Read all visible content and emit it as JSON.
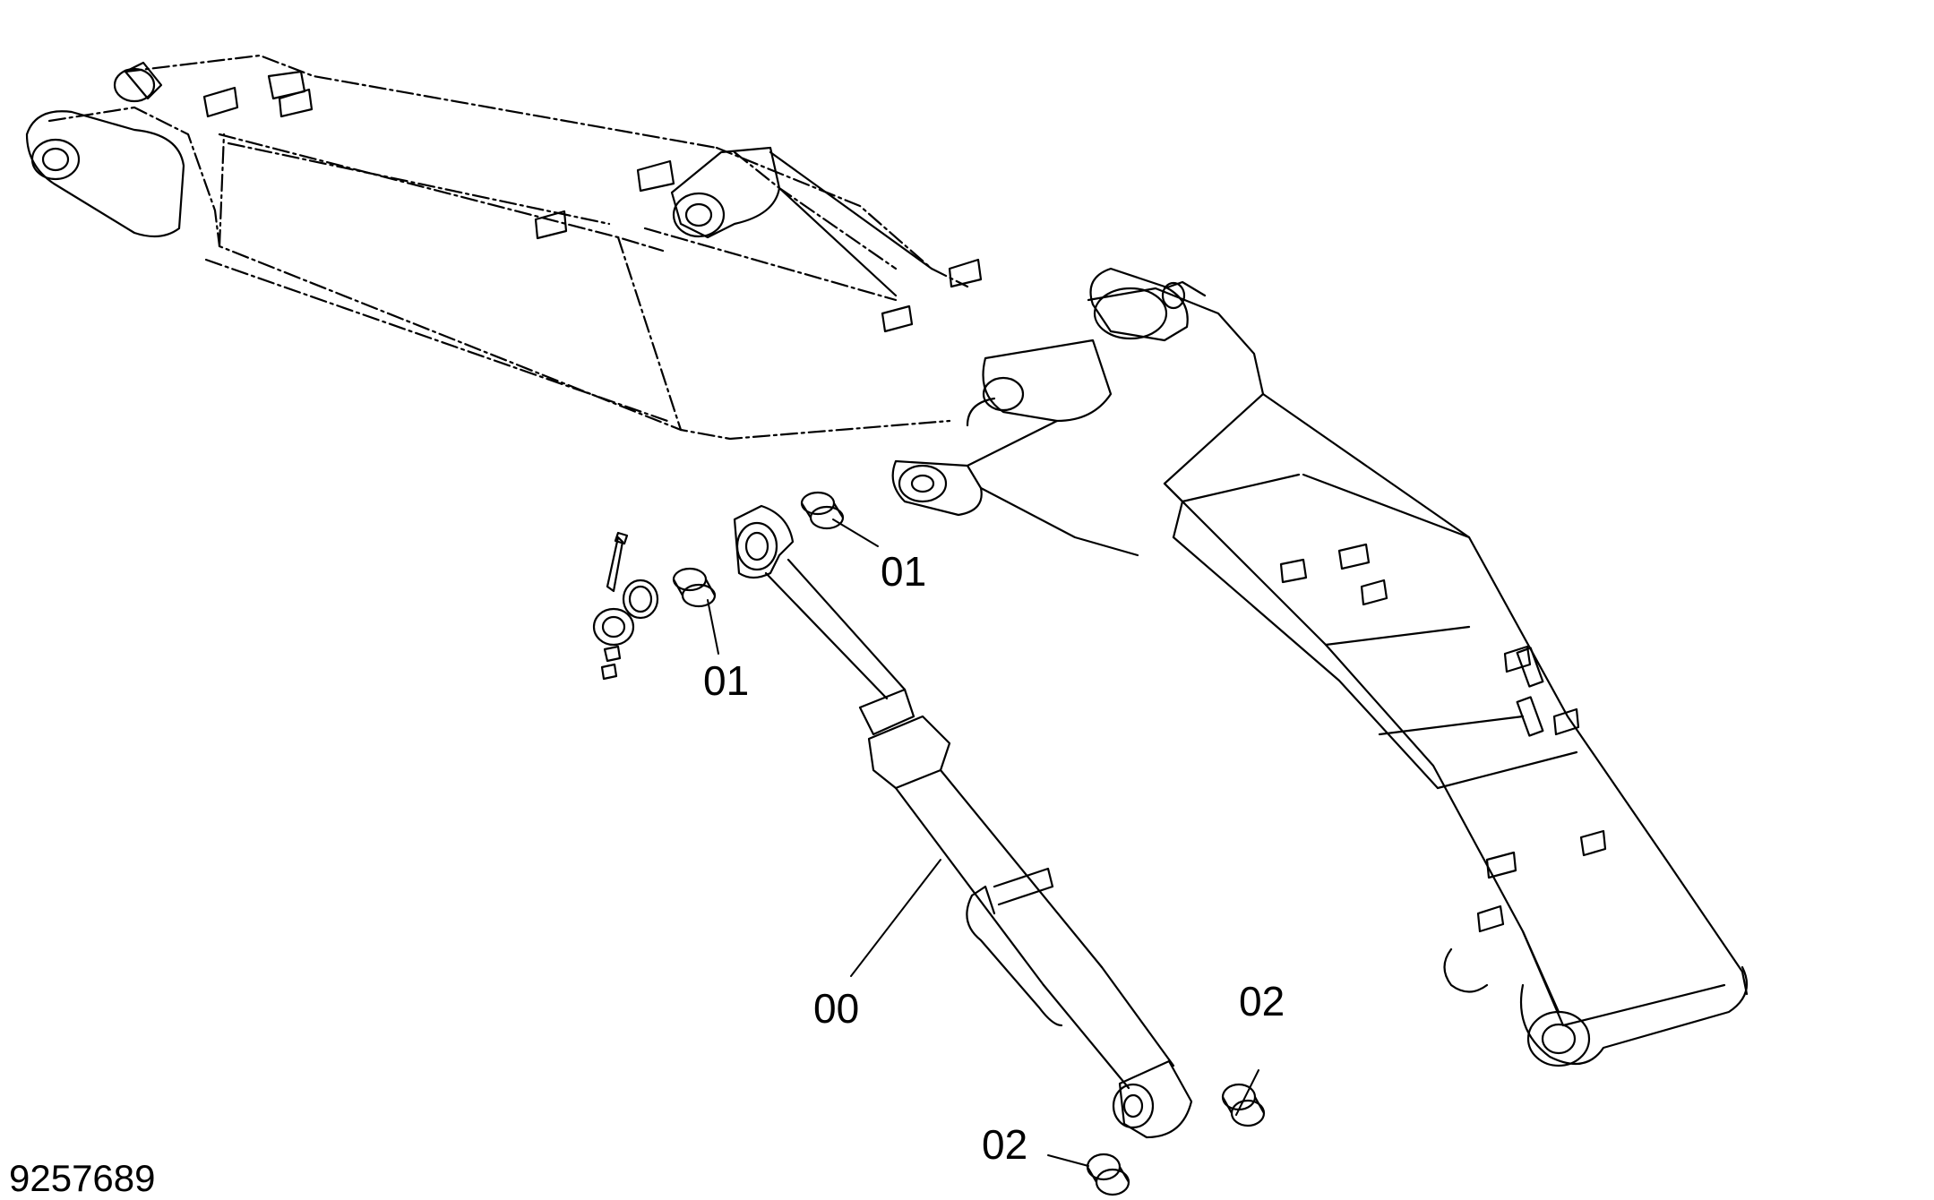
{
  "drawing_number": "9257689",
  "callouts": [
    {
      "id": "c1",
      "text": "01"
    },
    {
      "id": "c2",
      "text": "01"
    },
    {
      "id": "c3",
      "text": "00"
    },
    {
      "id": "c4",
      "text": "02"
    },
    {
      "id": "c5",
      "text": "02"
    }
  ],
  "colors": {
    "line": "#000000",
    "background": "#ffffff"
  }
}
